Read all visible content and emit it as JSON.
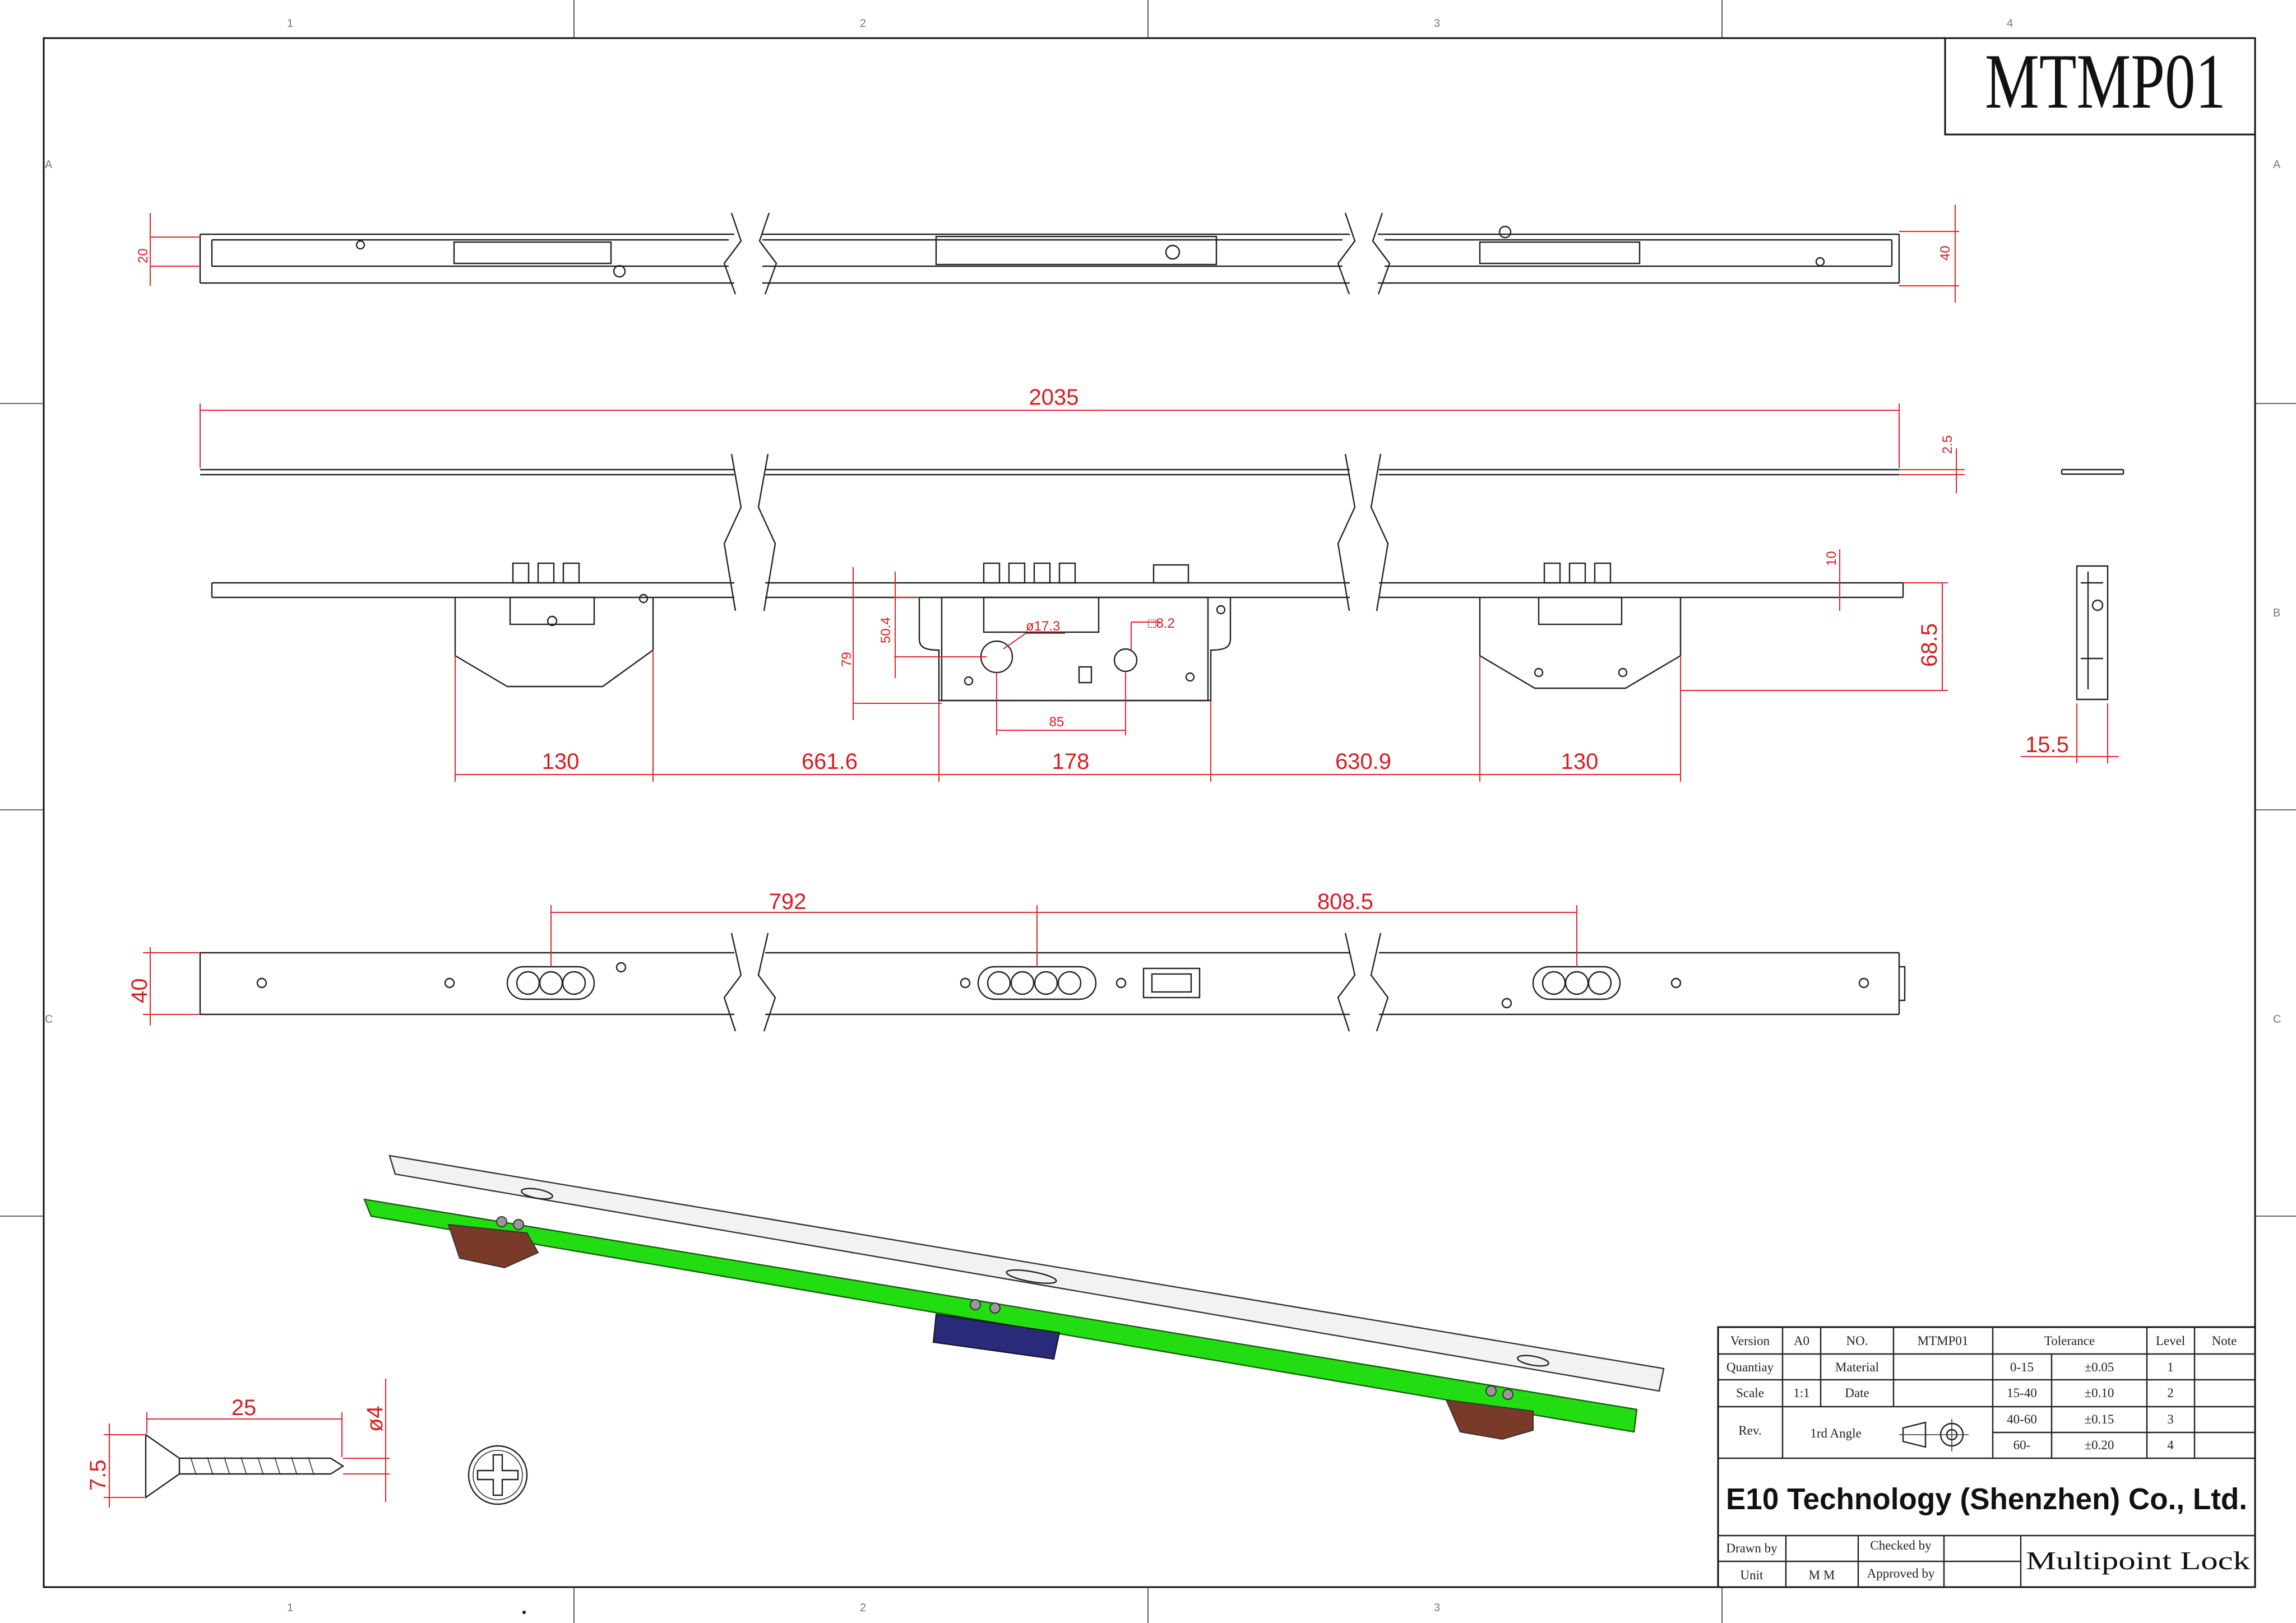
{
  "drawing": {
    "number": "MTMP01",
    "zone_columns": [
      "1",
      "2",
      "3",
      "4"
    ],
    "zone_rows": [
      "A",
      "B",
      "C"
    ]
  },
  "dimensions": {
    "top_view": {
      "left_height": "20",
      "right_height": "40"
    },
    "front_view": {
      "overall_length": "2035",
      "strip_thickness": "2.5",
      "bolt_projection": "10",
      "case_depth": "68.5",
      "backset": "50.4",
      "center_height": "79",
      "cylinder_dia": "ø17.3",
      "spindle": "□8.2",
      "center_distance": "85",
      "seg_left_case": "130",
      "seg_left_gap": "661.6",
      "seg_main_case": "178",
      "seg_right_gap": "630.9",
      "seg_right_case": "130",
      "side_width": "15.5"
    },
    "face_view": {
      "left_spacing": "792",
      "right_spacing": "808.5",
      "face_width": "40"
    },
    "screw": {
      "length": "25",
      "diameter": "ø4",
      "head": "7.5"
    }
  },
  "title_block": {
    "version_label": "Version",
    "version_value": "A0",
    "no_label": "NO.",
    "no_value": "MTMP01",
    "quantity_label": "Quantiay",
    "material_label": "Material",
    "scale_label": "Scale",
    "scale_value": "1:1",
    "date_label": "Date",
    "rev_label": "Rev.",
    "angle_label": "1rd Angle",
    "tolerance_label": "Tolerance",
    "level_label": "Level",
    "note_label": "Note",
    "tolerances": [
      {
        "range": "0-15",
        "tol": "±0.05",
        "level": "1"
      },
      {
        "range": "15-40",
        "tol": "±0.10",
        "level": "2"
      },
      {
        "range": "40-60",
        "tol": "±0.15",
        "level": "3"
      },
      {
        "range": "60-",
        "tol": "±0.20",
        "level": "4"
      }
    ],
    "company": "E10 Technology (Shenzhen) Co., Ltd.",
    "drawn_by_label": "Drawn by",
    "checked_by_label": "Checked by",
    "unit_label": "Unit",
    "unit_value": "M M",
    "approved_by_label": "Approved by",
    "part_name": "Multipoint Lock"
  },
  "colors": {
    "dimension": "#e0242a",
    "rod": "#22dd11",
    "faceplate": "#e8e8e8",
    "gearbox": "#2a2a7a",
    "hook_case": "#7a3a2a"
  }
}
